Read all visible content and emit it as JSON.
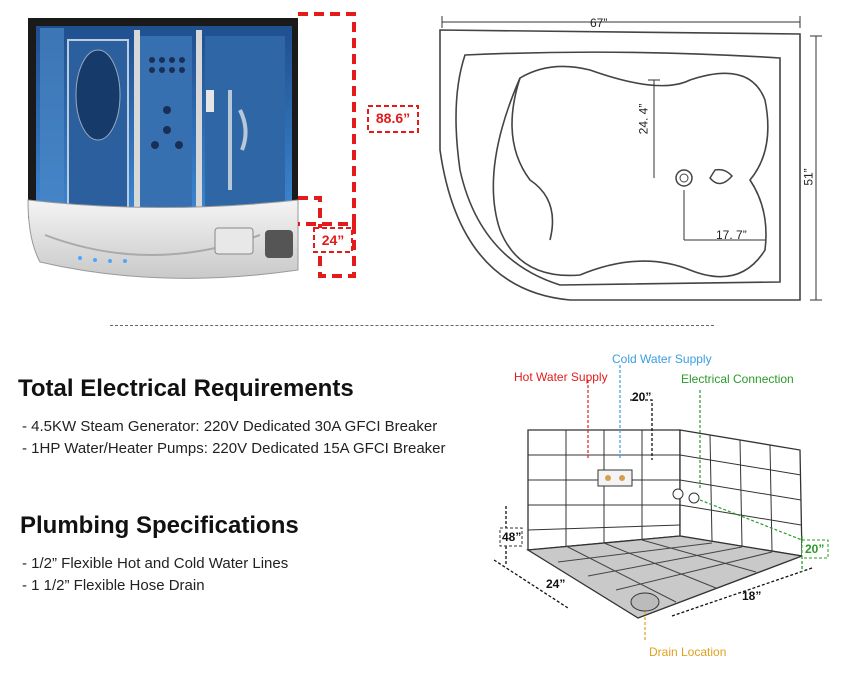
{
  "shower_dims": {
    "height": "88.6”",
    "tub_height": "24”"
  },
  "tub_dims": {
    "length": "67”",
    "width": "51”",
    "depth_a": "24. 4”",
    "depth_b": "17. 7”"
  },
  "electrical": {
    "title": "Total Electrical Requirements",
    "items": [
      "- 4.5KW Steam Generator: 220V Dedicated 30A GFCI Breaker",
      "- 1HP Water/Heater Pumps: 220V Dedicated 15A GFCI Breaker"
    ]
  },
  "plumbing": {
    "title": "Plumbing Specifications",
    "items": [
      "- 1/2” Flexible Hot and Cold Water Lines",
      "- 1 1/2” Flexible Hose Drain"
    ]
  },
  "room": {
    "hot_water": "Hot Water Supply",
    "cold_water": "Cold Water Supply",
    "electrical": "Electrical Connection",
    "drain": "Drain Location",
    "dim_top": "20”",
    "dim_wall": "48”",
    "dim_left": "24”",
    "dim_right": "18”",
    "dim_elec": "20”"
  },
  "colors": {
    "red": "#e31b1b",
    "blue": "#3a9ee0",
    "green": "#2a9a2a",
    "orange": "#e0a020",
    "glass": "#2e6fb0"
  }
}
